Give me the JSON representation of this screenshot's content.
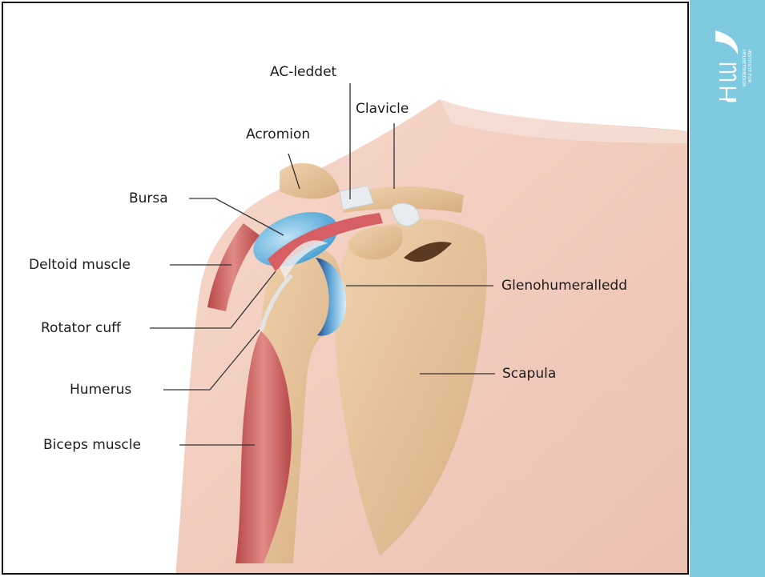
{
  "slide": {
    "labels": {
      "ac_joint": "AC-leddet",
      "clavicle": "Clavicle",
      "acromion": "Acromion",
      "bursa": "Bursa",
      "deltoid": "Deltoid muscle",
      "glenohumeral": "Glenohumeralledd",
      "rotator_cuff": "Rotator cuff",
      "scapula": "Scapula",
      "humerus": "Humerus",
      "biceps": "Biceps muscle"
    }
  },
  "sidebar": {
    "accent_color": "#7ecae0",
    "logo_line1": "INSTITUTT FOR",
    "logo_line2": "HELHETSHEDISN"
  },
  "colors": {
    "skin": "#f3cfc0",
    "bone": "#e6c39c",
    "muscle": "#c95a5a",
    "bursa": "#6fb8e0",
    "leader": "#333333"
  }
}
